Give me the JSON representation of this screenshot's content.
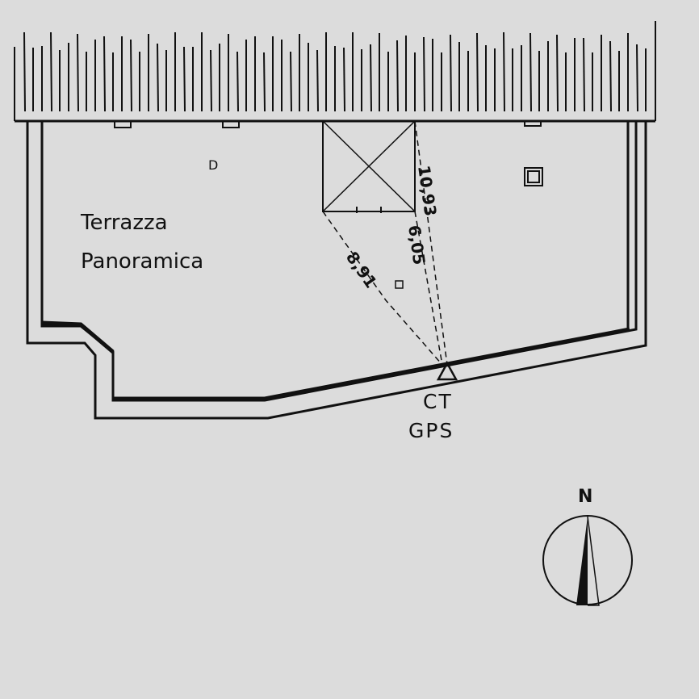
{
  "room": {
    "line1": "Terrazza",
    "line2": "Panoramica"
  },
  "symbols": {
    "small_d": "D"
  },
  "dimensions": {
    "d1": "10,93",
    "d2": "6,05",
    "d3": "8,91"
  },
  "station": {
    "line1": "CT",
    "line2": "GPS"
  },
  "compass": {
    "north_label": "N"
  },
  "colors": {
    "paper": "#dcdcdc",
    "ink": "#111111"
  }
}
